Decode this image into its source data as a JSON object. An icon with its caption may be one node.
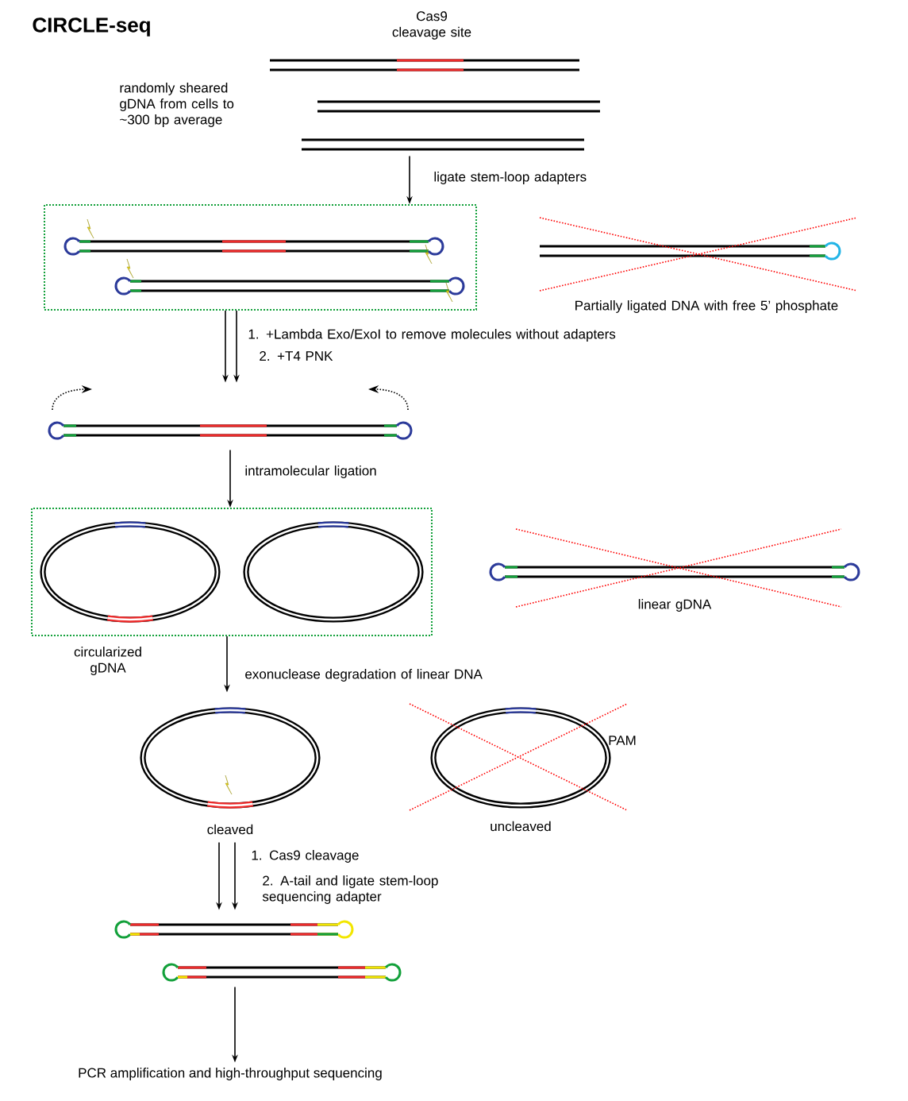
{
  "diagram": {
    "title": "CIRCLE-seq",
    "nodes": [
      {
        "text": [],
        "shape": "picture",
        "beside": [
          "Cas9 cleavage site",
          "randomly sheared gDNA from cells to ~300 bp average"
        ]
      },
      {
        "text": [],
        "shape": "box"
      },
      {
        "text": [],
        "shape": "picture"
      },
      {
        "text": [],
        "shape": "box",
        "beside": [
          "circularized gDNA"
        ]
      },
      {
        "text": [],
        "shape": "picture",
        "beside": [
          "cleaved"
        ]
      },
      {
        "text": [],
        "shape": "picture"
      },
      {
        "text": [
          "PCR amplification and high-throughput sequencing"
        ]
      }
    ],
    "edges": [
      {
        "from": 0,
        "to": 1,
        "arrow": "to",
        "label": "ligate stem-loop adapters"
      },
      {
        "from": 1,
        "to": 2,
        "arrow": "to",
        "label": "1. +Lambda Exo/ExoI to remove molecules without adapters"
      },
      {
        "from": 1,
        "to": 2,
        "arrow": "to",
        "label": "2. +T4 PNK"
      },
      {
        "from": 2,
        "to": 3,
        "arrow": "to",
        "label": "intramolecular ligation"
      },
      {
        "from": 3,
        "to": 4,
        "arrow": "to",
        "label": "exonuclease degradation of linear DNA"
      },
      {
        "from": 4,
        "to": 5,
        "arrow": "to",
        "label": "1. Cas9 cleavage"
      },
      {
        "from": 4,
        "to": 5,
        "arrow": "to",
        "label": "2. A-tail and ligate stem-loop sequencing adapter"
      },
      {
        "from": 5,
        "to": 6,
        "arrow": "to"
      }
    ],
    "labels": [
      "Partially ligated DNA with free 5’ phosphate",
      "linear gDNA",
      "PAM",
      "uncleaved"
    ]
  }
}
